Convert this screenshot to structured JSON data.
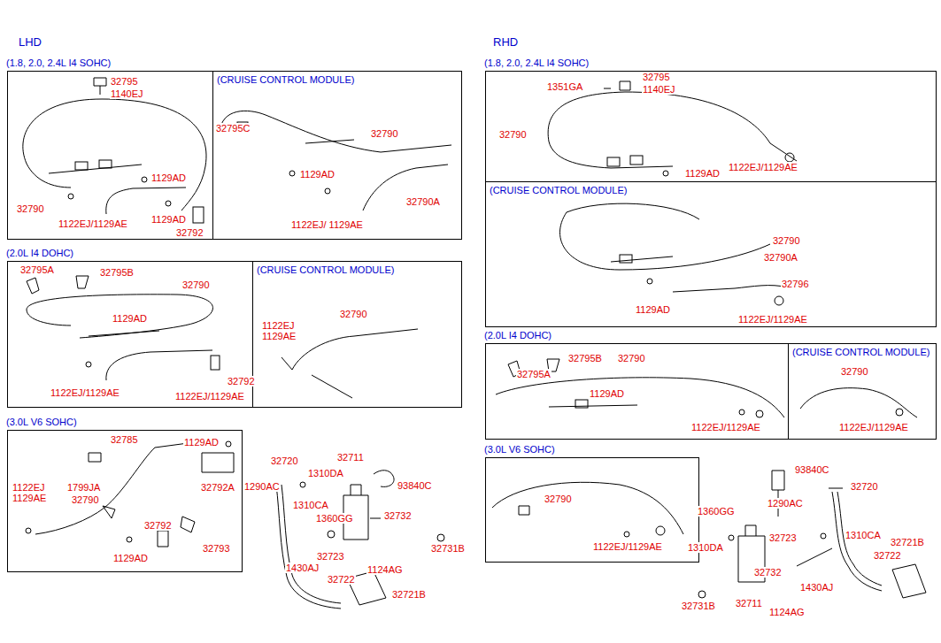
{
  "diagram": {
    "nodes": [
      {
        "text": [
          "(1.8, 2.0, 2.4L I4 SOHC)"
        ]
      },
      {
        "text": [
          "(CRUISE CONTROL MODULE)"
        ],
        "in": 0
      },
      {
        "text": [
          "(2.0L I4 DOHC)"
        ]
      },
      {
        "text": [
          "(CRUISE CONTROL MODULE)"
        ],
        "in": 2
      },
      {
        "text": [
          "(3.0L V6 SOHC)"
        ]
      },
      {
        "text": [
          "(1.8, 2.0, 2.4L I4 SOHC)"
        ]
      },
      {
        "text": [
          "(CRUISE CONTROL MODULE)"
        ],
        "in": 5
      },
      {
        "text": [
          "(2.0L I4 DOHC)"
        ]
      },
      {
        "text": [
          "(CRUISE CONTROL MODULE)"
        ],
        "in": 7
      },
      {
        "text": [
          "(3.0L V6 SOHC)"
        ]
      }
    ],
    "labels": [
      "LHD",
      "RHD",
      "32795",
      "1140EJ",
      "32790",
      "1129AD",
      "1122EJ/1129AE",
      "1129AD",
      "32792",
      "32795C",
      "32790",
      "1129AD",
      "32790A",
      "1122EJ/ 1129AE",
      "32795A",
      "32795B",
      "32790",
      "1129AD",
      "1122EJ/1129AE",
      "32792",
      "1122EJ/1129AE",
      "1122EJ",
      "1129AE",
      "32790",
      "32785",
      "1129AD",
      "1122EJ",
      "1129AE",
      "1799JA",
      "32790",
      "32792A",
      "32792",
      "32793",
      "1129AD",
      "32720",
      "32711",
      "1290AC",
      "1310DA",
      "1310CA",
      "93840C",
      "1360GG",
      "32732",
      "32731B",
      "32723",
      "1430AJ",
      "1124AG",
      "32722",
      "32721B",
      "32795",
      "1351GA",
      "1140EJ",
      "32790",
      "1122EJ/1129AE",
      "1129AD",
      "32790",
      "32790A",
      "32796",
      "1129AD",
      "1122EJ/1129AE",
      "32795B",
      "32790",
      "32795A",
      "1129AD",
      "1122EJ/1129AE",
      "32790",
      "1122EJ/1129AE",
      "32790",
      "1122EJ/1129AE",
      "93840C",
      "32720",
      "1360GG",
      "1290AC",
      "32723",
      "1310CA",
      "1310DA",
      "32721B",
      "32722",
      "1430AJ",
      "32732",
      "32731B",
      "32711",
      "1124AG"
    ]
  }
}
